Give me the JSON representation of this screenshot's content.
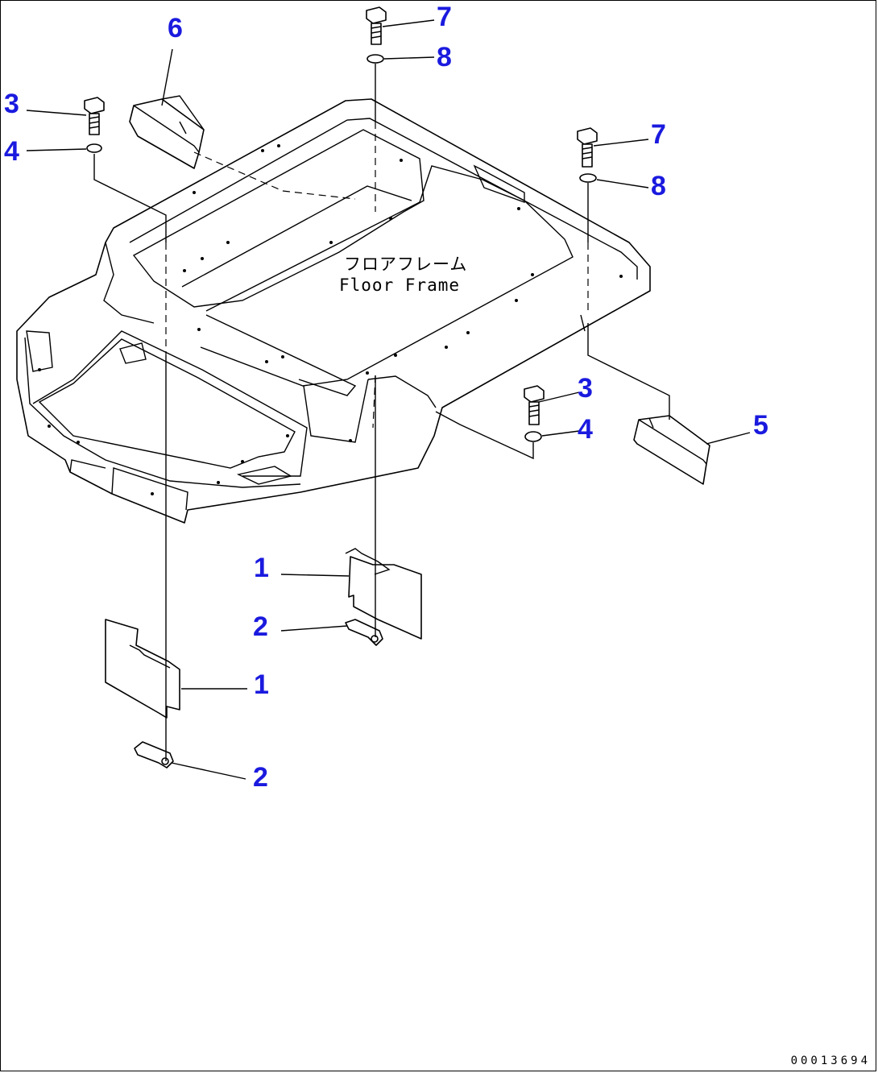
{
  "frame": {
    "caption_jp": "フロアフレーム",
    "caption_en": "Floor Frame"
  },
  "callouts": [
    {
      "id": "c6",
      "number": "6"
    },
    {
      "id": "c7a",
      "number": "7"
    },
    {
      "id": "c8a",
      "number": "8"
    },
    {
      "id": "c3a",
      "number": "3"
    },
    {
      "id": "c4a",
      "number": "4"
    },
    {
      "id": "c7b",
      "number": "7"
    },
    {
      "id": "c8b",
      "number": "8"
    },
    {
      "id": "c3b",
      "number": "3"
    },
    {
      "id": "c4b",
      "number": "4"
    },
    {
      "id": "c5",
      "number": "5"
    },
    {
      "id": "c1a",
      "number": "1"
    },
    {
      "id": "c2a",
      "number": "2"
    },
    {
      "id": "c1b",
      "number": "1"
    },
    {
      "id": "c2b",
      "number": "2"
    }
  ],
  "document_number": "00013694",
  "colors": {
    "callout": "#1a1adf",
    "line": "#000000"
  }
}
